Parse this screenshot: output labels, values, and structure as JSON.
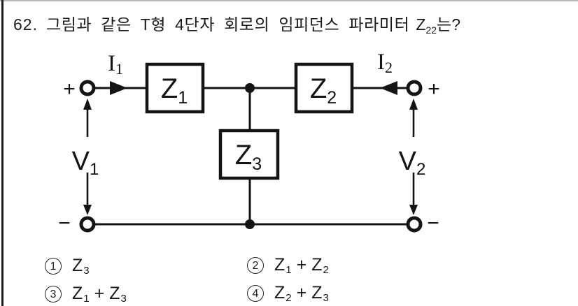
{
  "question": {
    "number": "62.",
    "text": "그림과 같은 T형 4단자 회로의 임피던스 파라미터",
    "param_base": "Z",
    "param_sub": "22",
    "suffix": "는?"
  },
  "circuit": {
    "boxes": [
      {
        "base": "Z",
        "sub": "1"
      },
      {
        "base": "Z",
        "sub": "2"
      },
      {
        "base": "Z",
        "sub": "3"
      }
    ],
    "currents": [
      {
        "base": "I",
        "sub": "1"
      },
      {
        "base": "I",
        "sub": "2"
      }
    ],
    "voltages": [
      {
        "base": "V",
        "sub": "1"
      },
      {
        "base": "V",
        "sub": "2"
      }
    ],
    "plus": "+",
    "minus": "−"
  },
  "options": [
    {
      "digit": "1",
      "terms": [
        {
          "t": "Z",
          "s": "3"
        }
      ]
    },
    {
      "digit": "2",
      "op": "+",
      "terms": [
        {
          "t": "Z",
          "s": "1"
        },
        {
          "t": "Z",
          "s": "2"
        }
      ]
    },
    {
      "digit": "3",
      "op": "+",
      "terms": [
        {
          "t": "Z",
          "s": "1"
        },
        {
          "t": "Z",
          "s": "3"
        }
      ]
    },
    {
      "digit": "4",
      "op": "+",
      "terms": [
        {
          "t": "Z",
          "s": "2"
        },
        {
          "t": "Z",
          "s": "3"
        }
      ]
    }
  ],
  "colors": {
    "ink": "#141414",
    "background": "#ffffff",
    "left_border": "#1c1c1c",
    "top_border": "#b8b8b8"
  }
}
